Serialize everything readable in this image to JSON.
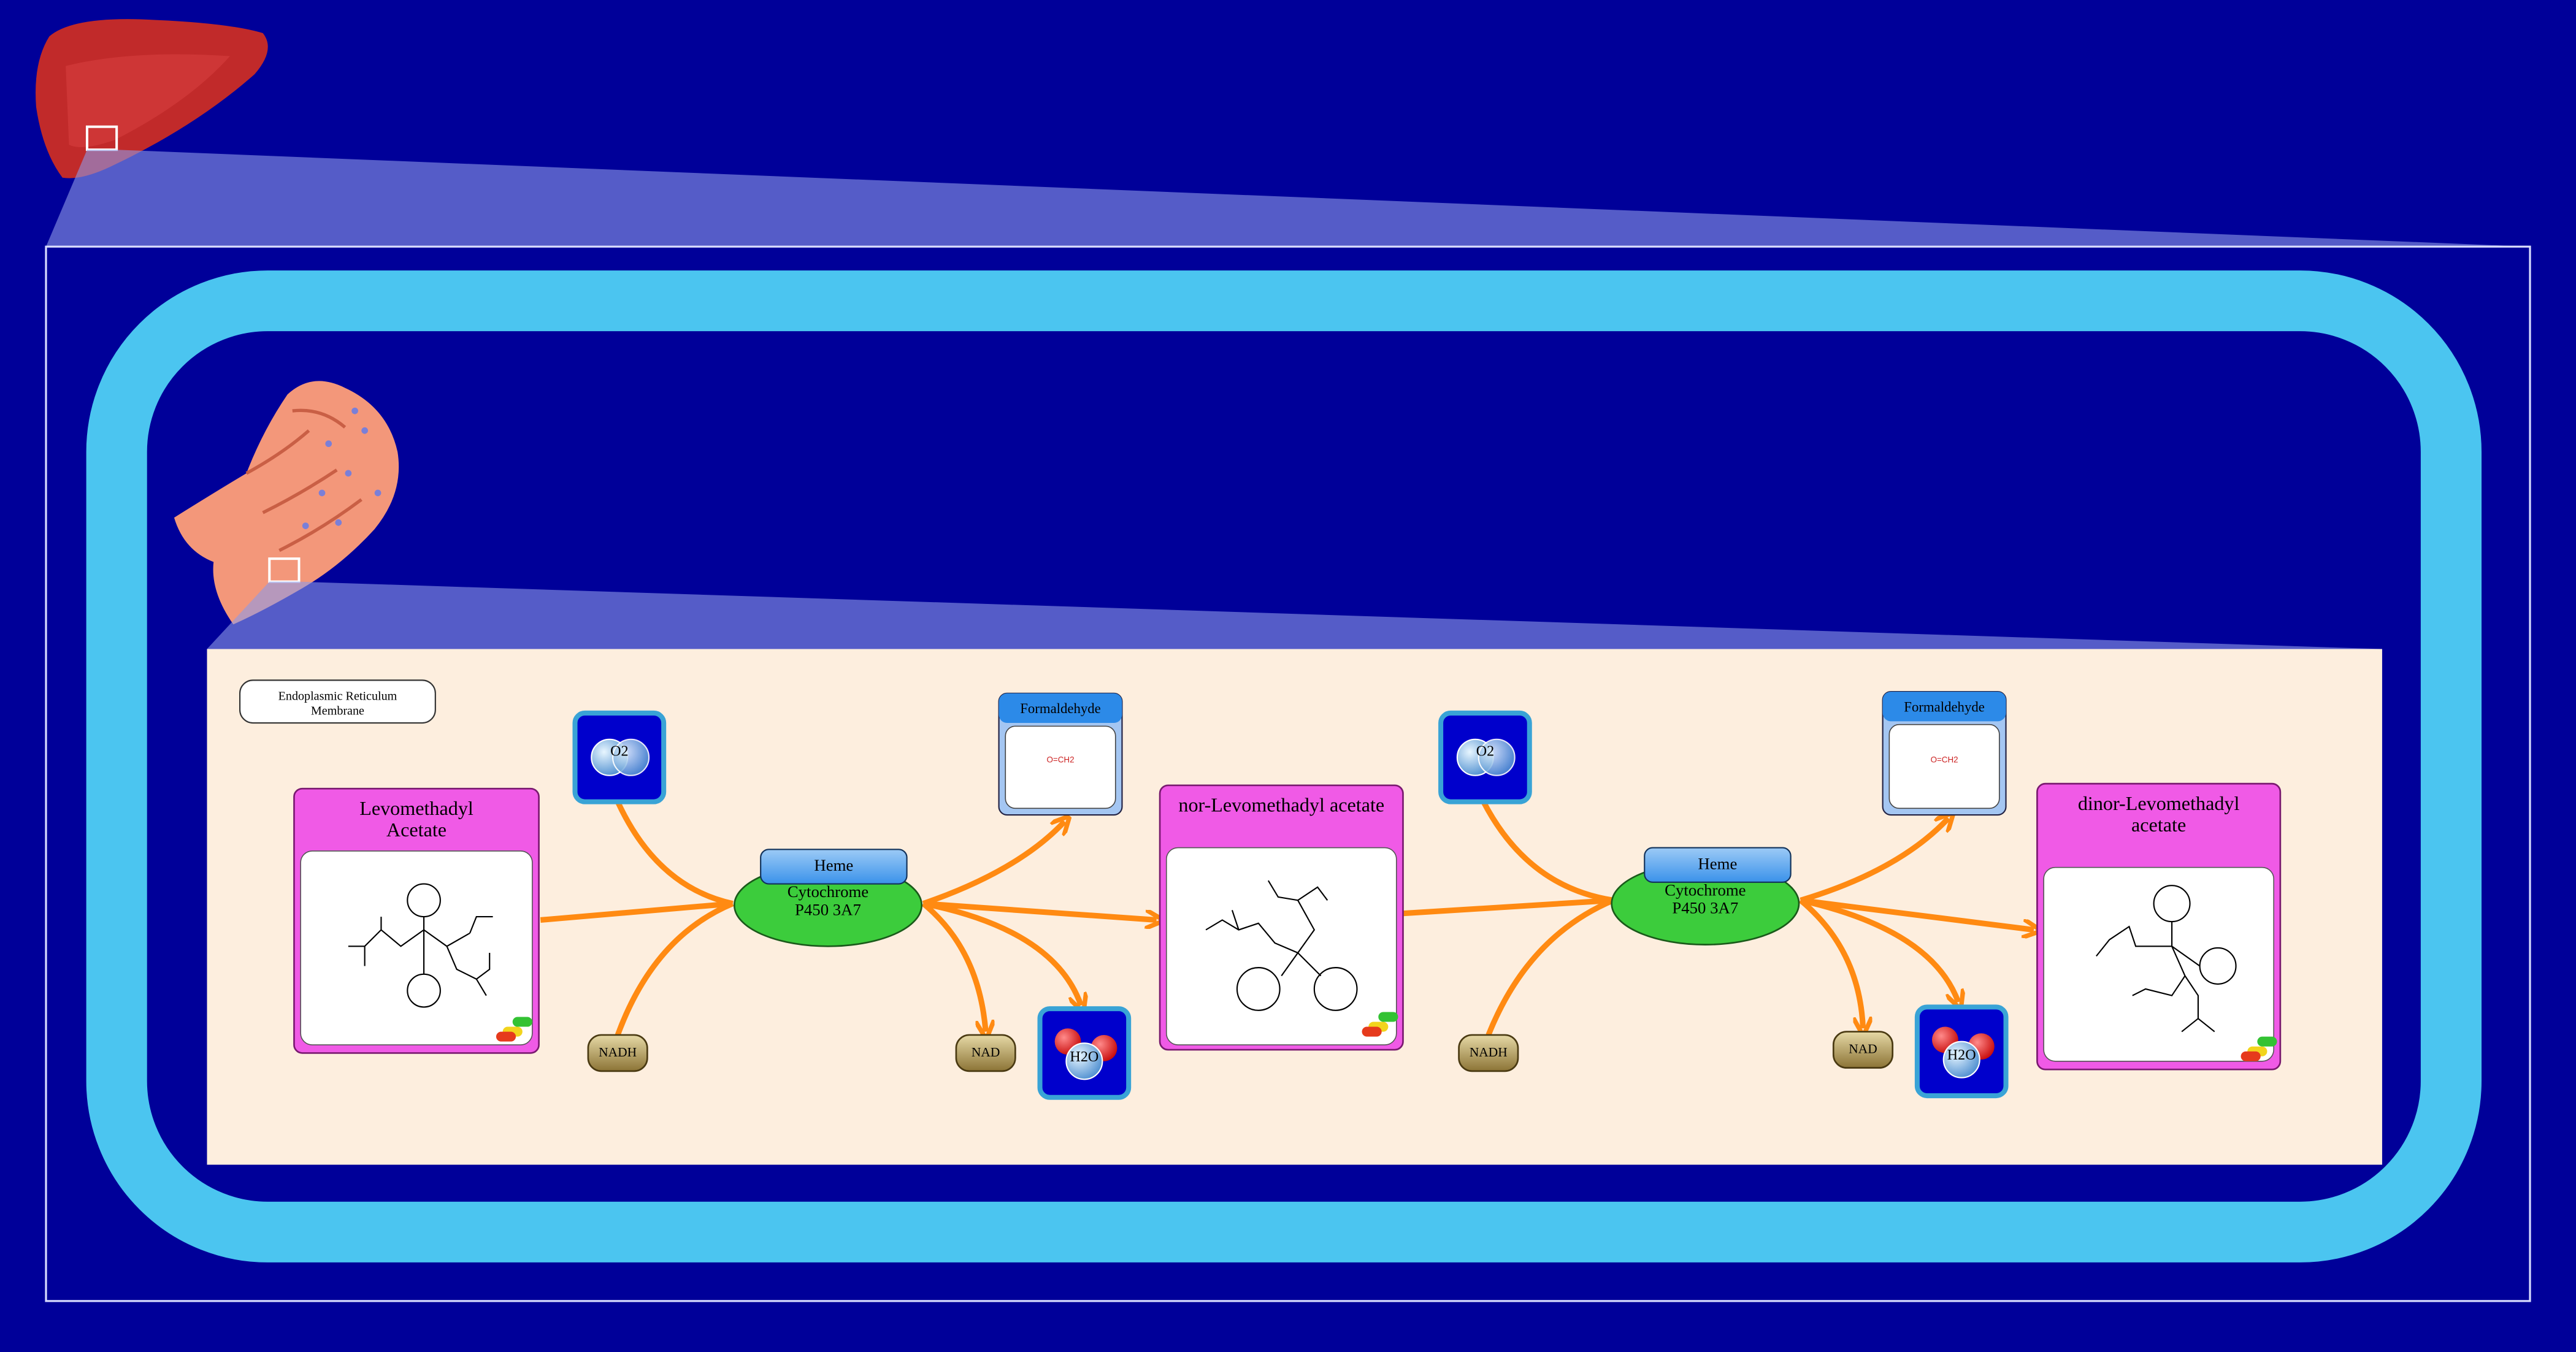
{
  "colors": {
    "background": "#000099",
    "cell_membrane": "#4bc5f0",
    "er_panel": "#fdeede",
    "compound_header": "#f05ae6",
    "enzyme": "#3ccc3c",
    "heme": "#4aa2ee",
    "arrow": "#ff8a12",
    "cofactor": "#a28a4c",
    "gas_box": "#0000cc",
    "byproduct_box": "#2c8ae8"
  },
  "organ_icon": "liver-icon",
  "organelle_icon": "endoplasmic-reticulum-icon",
  "location_label": "Endoplasmic Reticulum Membrane",
  "compounds": [
    {
      "name": "Levomethadyl Acetate",
      "structure": "levomethadyl-acetate-structure",
      "badge": "drug-pill-icon"
    },
    {
      "name": "nor-Levomethadyl acetate",
      "structure": "nor-levomethadyl-acetate-structure",
      "badge": "drug-pill-icon"
    },
    {
      "name": "dinor-Levomethadyl acetate",
      "structure": "dinor-levomethadyl-acetate-structure",
      "badge": "drug-pill-icon"
    }
  ],
  "enzymes": [
    {
      "name": "Cytochrome P450 3A7",
      "cofactor": "Heme"
    },
    {
      "name": "Cytochrome P450 3A7",
      "cofactor": "Heme"
    }
  ],
  "reactions": [
    {
      "oxygen": "O2",
      "reductant": "NADH",
      "oxidized": "NAD",
      "byproduct": "Formaldehyde",
      "byproduct_structure": "O=CH2",
      "water": "H2O"
    },
    {
      "oxygen": "O2",
      "reductant": "NADH",
      "oxidized": "NAD",
      "byproduct": "Formaldehyde",
      "byproduct_structure": "O=CH2",
      "water": "H2O"
    }
  ]
}
